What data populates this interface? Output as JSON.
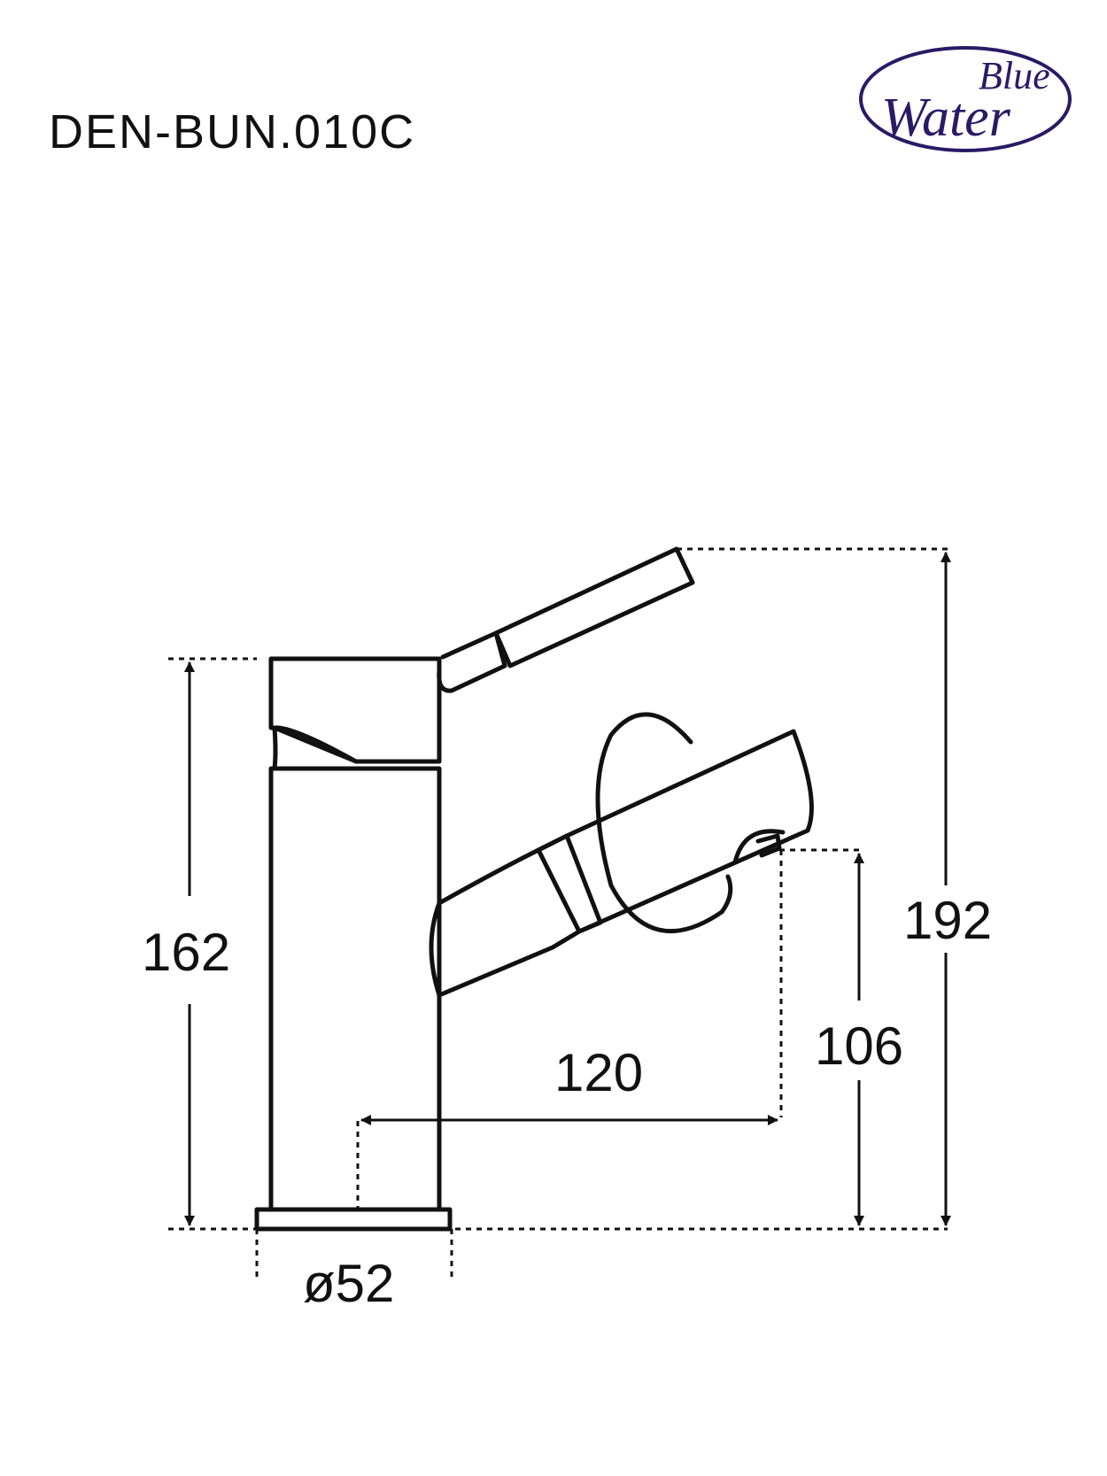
{
  "title": "DEN-BUN.010C",
  "brand": {
    "line1": "Blue",
    "line2": "Water",
    "color": "#2a1a66"
  },
  "dimensions": {
    "height_body": "162",
    "height_total": "192",
    "height_spout": "106",
    "reach": "120",
    "base_diameter": "ø52"
  }
}
